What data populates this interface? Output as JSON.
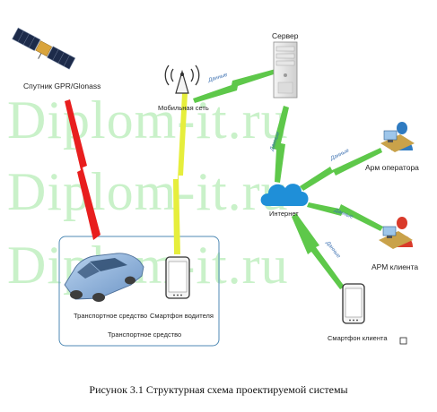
{
  "watermark": {
    "text": "Diplom-it.ru"
  },
  "nodes": {
    "satellite": "Спутник GPR/Glonass",
    "mobile_network": "Мобильная сеть",
    "server": "Сервер",
    "internet": "Интернет",
    "operator_ws": "Арм оператора",
    "client_ws": "АРМ клиента",
    "vehicle": "Транспортное средство",
    "driver_phone": "Смартфон водителя",
    "group_label": "Транспортное средство",
    "client_phone": "Смартфон клиента"
  },
  "link_label": "Данные",
  "caption": "Рисунок 3.1 Структурная схема проектируемой системы",
  "colors": {
    "satellite_link": "#e81e1e",
    "mobile_link": "#e6ee3c",
    "internet_link": "#5ec84a",
    "cloud": "#1f8fd8",
    "group_border": "#4f8ab5",
    "watermark": "#7fe07f"
  },
  "icons": [
    "satellite-icon",
    "antenna-tower-icon",
    "server-icon",
    "cloud-icon",
    "operator-workstation-icon",
    "client-workstation-icon",
    "car-icon",
    "smartphone-icon"
  ]
}
